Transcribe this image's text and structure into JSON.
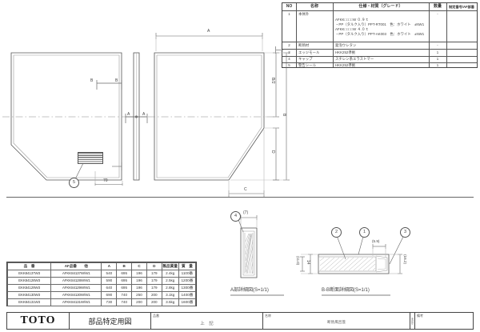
{
  "document": {
    "brand": "TOTO",
    "doc_type": "部品特定用図",
    "product_code_label": "品番",
    "product_code_value": "上　記",
    "name_label": "名称",
    "name_value": "断熱風呂蓋",
    "remarks_label": "備考",
    "remarks_value": "",
    "side_tick": "承認印"
  },
  "spec_table": {
    "headers": {
      "no": "NO",
      "name": "名称",
      "spec": "仕様・材質（グレード）",
      "qty": "数量",
      "ref": "制定番号/AF部番"
    },
    "rows": [
      {
        "no": "1",
        "name": "本体外",
        "spec": "AFKK□□□□W ０.９ｔ\n・PP（タルク入り）PPT-RT001　色：ホワイト　±NW1\nAFKK□□□□W ４.０ｔ\n・PP（タルク入り）PPT-AK003　色：ホワイト　±NW1",
        "qty": "-",
        "ref": ""
      },
      {
        "no": "2",
        "name": "断熱材",
        "spec": "発泡ウレタン",
        "qty": "-",
        "ref": ""
      },
      {
        "no": "3",
        "name": "エッジモール",
        "spec": "HKK252準拠",
        "qty": "1",
        "ref": ""
      },
      {
        "no": "4",
        "name": "キャップ",
        "spec": "スチレン系エラストマー",
        "qty": "1",
        "ref": ""
      },
      {
        "no": "5",
        "name": "警告シール",
        "spec": "HKK252準拠",
        "qty": "1",
        "ref": ""
      }
    ]
  },
  "dims_table": {
    "headers": [
      "品　番",
      "AF品番　　他",
      "A",
      "B",
      "C",
      "D",
      "製品質量",
      "質　量"
    ],
    "rows": [
      [
        "EKK84137W3",
        "AFKK84137W/W1",
        "540",
        "695",
        "196",
        "179",
        "2.4kg",
        "1100番"
      ],
      [
        "EKK84128W3",
        "AFKK84128W/W1",
        "590",
        "695",
        "196",
        "179",
        "2.5kg",
        "1200番"
      ],
      [
        "EKK84129W3",
        "AFKK84129W/W1",
        "640",
        "695",
        "196",
        "179",
        "2.8kg",
        "1300番"
      ],
      [
        "EKK84130W3",
        "AFKK84130W/W1",
        "690",
        "740",
        "250",
        "200",
        "3.1kg",
        "1400番"
      ],
      [
        "EKK84131W3",
        "AFKK84131W/W1",
        "730",
        "740",
        "200",
        "200",
        "3.5kg",
        "1600番"
      ]
    ]
  },
  "drawing": {
    "front_view": {
      "section_marks": [
        "B",
        "B",
        "A",
        "A"
      ],
      "callout_balloon": "5",
      "dim_70": "70",
      "label_sticker": "警告シール"
    },
    "plan_view": {
      "dim_A": "A",
      "dim_B": "B",
      "dim_B2": "B/2",
      "dim_C": "C",
      "dim_D": "D"
    },
    "detail_a": {
      "title": "A部詳細図(S=1/1)",
      "balloon": "4",
      "dim_width": "(7)"
    },
    "detail_bb": {
      "title": "B-B断面詳細図(S=1/1)",
      "balloons": [
        "2",
        "1",
        "3"
      ],
      "dim_thickness_1": "(11.0)",
      "dim_thickness_2": "14",
      "dim_right": "(5.9)",
      "dim_height": "(16.2)"
    }
  },
  "colors": {
    "line": "#555555",
    "line_light": "#9a9a9a",
    "text": "#333333",
    "paper": "#ffffff"
  }
}
